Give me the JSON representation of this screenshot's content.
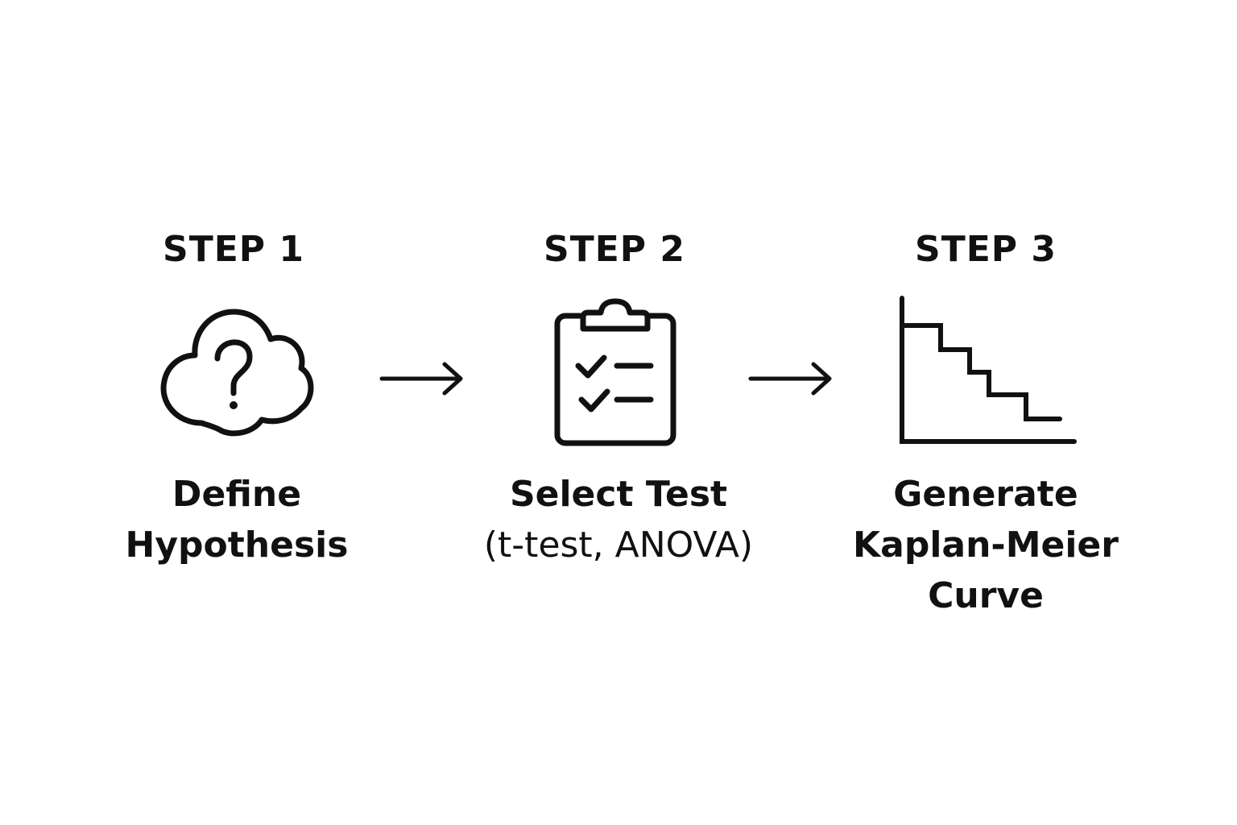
{
  "steps": [
    {
      "heading": "STEP 1",
      "icon": "cloud-question-icon",
      "label_lines": [
        "Define",
        "Hypothesis"
      ]
    },
    {
      "heading": "STEP 2",
      "icon": "clipboard-checklist-icon",
      "label_lines": [
        "Select Test",
        "(t-test, ANOVA)"
      ]
    },
    {
      "heading": "STEP 3",
      "icon": "step-curve-chart-icon",
      "label_lines": [
        "Generate",
        "Kaplan-Meier",
        "Curve"
      ]
    }
  ],
  "connectors": [
    "arrow-right-icon",
    "arrow-right-icon"
  ],
  "colors": {
    "ink": "#111111",
    "background": "#ffffff"
  }
}
